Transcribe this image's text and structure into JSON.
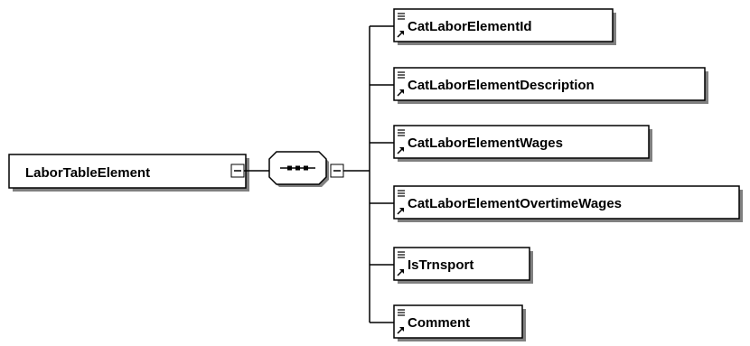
{
  "root": {
    "label": "LaborTableElement",
    "collapse_symbol": "−"
  },
  "sequence": {
    "icon": "sequence-compositor-icon",
    "collapse_symbol": "−"
  },
  "children": [
    {
      "label": "CatLaborElementId"
    },
    {
      "label": "CatLaborElementDescription"
    },
    {
      "label": "CatLaborElementWages"
    },
    {
      "label": "CatLaborElementOvertimeWages"
    },
    {
      "label": "IsTrnsport"
    },
    {
      "label": "Comment"
    }
  ]
}
